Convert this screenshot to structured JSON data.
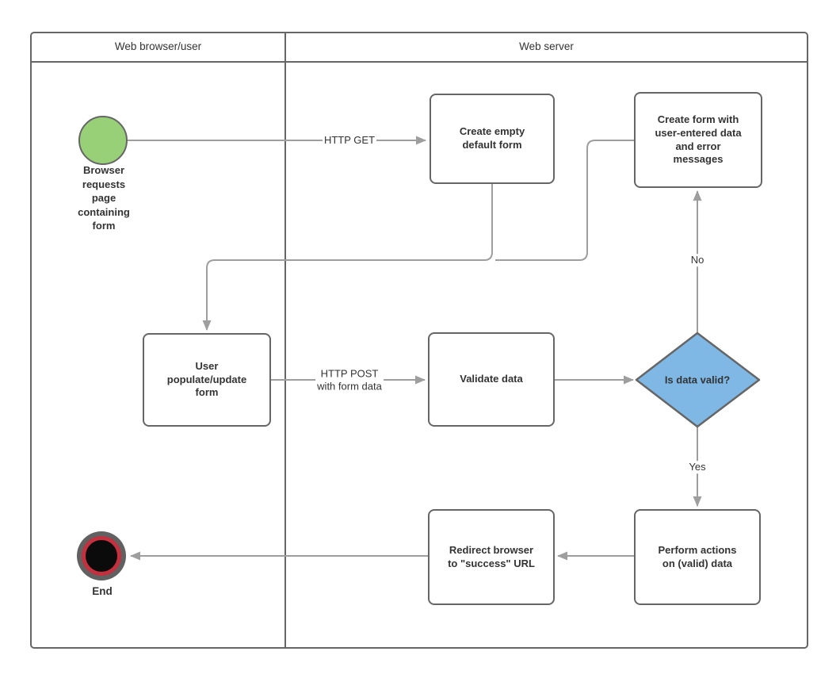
{
  "lanes": {
    "browser": {
      "title": "Web browser/user"
    },
    "server": {
      "title": "Web server"
    }
  },
  "nodes": {
    "start": {
      "label": "Browser\nrequests\npage\ncontaining\nform",
      "fill": "#97D077"
    },
    "create_empty": {
      "label": "Create empty\ndefault form"
    },
    "create_form": {
      "label": "Create form with\nuser-entered data\nand error\nmessages"
    },
    "user_populate": {
      "label": "User\npopulate/update\nform"
    },
    "validate": {
      "label": "Validate data"
    },
    "decision": {
      "label": "Is data valid?",
      "fill": "#7FB8E4"
    },
    "perform": {
      "label": "Perform actions\non (valid) data"
    },
    "redirect": {
      "label": "Redirect browser\nto \"success\" URL"
    },
    "end": {
      "label": "End",
      "outer_ring": "#616161",
      "inner_ring": "#C3303E",
      "core": "#0b0b0b"
    }
  },
  "edges": {
    "http_get": {
      "label": "HTTP GET"
    },
    "http_post": {
      "label": "HTTP POST\nwith form data"
    },
    "no": {
      "label": "No"
    },
    "yes": {
      "label": "Yes"
    }
  },
  "colors": {
    "node_border": "#666666",
    "edge_line": "#9E9E9E",
    "text": "#333333"
  }
}
